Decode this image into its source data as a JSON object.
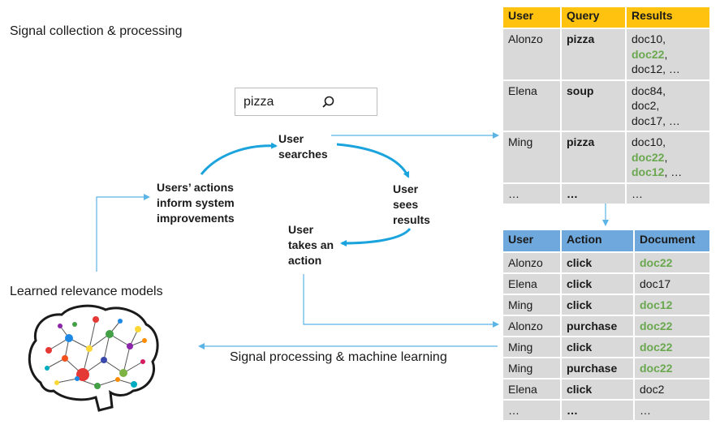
{
  "labels": {
    "signal_collection": "Signal collection & processing",
    "learned_models": "Learned relevance models",
    "signal_processing": "Signal processing & machine learning"
  },
  "search": {
    "query": "pizza",
    "icon": "search-icon"
  },
  "cycle": {
    "user_searches": [
      "User",
      "searches"
    ],
    "user_sees": [
      "User",
      "sees",
      "results"
    ],
    "user_takes": [
      "User",
      "takes an",
      "action"
    ],
    "users_actions": [
      "Users’ actions",
      "inform system",
      "improvements"
    ]
  },
  "colors": {
    "arrow": "#1aa3dd",
    "connector": "#5ab4e5",
    "yellow": "#ffc20e",
    "blue": "#6fa8dc",
    "green": "#6aa84f",
    "cell": "#d9d9d9"
  },
  "query_table": {
    "headers": [
      "User",
      "Query",
      "Results"
    ],
    "rows": [
      {
        "user": "Alonzo",
        "query": "pizza",
        "results": [
          {
            "t": "doc10,",
            "g": false
          },
          {
            "t": "doc22",
            "g": true
          },
          {
            "t": ",",
            "g": false
          },
          {
            "t": "doc12, …",
            "g": false
          }
        ]
      },
      {
        "user": "Elena",
        "query": "soup",
        "results": [
          {
            "t": "doc84,",
            "g": false
          },
          {
            "t": "doc2,",
            "g": false
          },
          {
            "t": "doc17, …",
            "g": false
          }
        ]
      },
      {
        "user": "Ming",
        "query": "pizza",
        "results": [
          {
            "t": "doc10,",
            "g": false
          },
          {
            "t": "doc22",
            "g": true
          },
          {
            "t": ",",
            "g": false
          },
          {
            "t": "doc12",
            "g": true
          },
          {
            "t": ", …",
            "g": false
          }
        ]
      },
      {
        "user": "…",
        "query": "…",
        "results": [
          {
            "t": "…",
            "g": false
          }
        ]
      }
    ]
  },
  "action_table": {
    "headers": [
      "User",
      "Action",
      "Document"
    ],
    "rows": [
      {
        "user": "Alonzo",
        "action": "click",
        "doc": "doc22",
        "g": true
      },
      {
        "user": "Elena",
        "action": "click",
        "doc": "doc17",
        "g": false
      },
      {
        "user": "Ming",
        "action": "click",
        "doc": "doc12",
        "g": true
      },
      {
        "user": "Alonzo",
        "action": "purchase",
        "doc": "doc22",
        "g": true
      },
      {
        "user": "Ming",
        "action": "click",
        "doc": "doc22",
        "g": true
      },
      {
        "user": "Ming",
        "action": "purchase",
        "doc": "doc22",
        "g": true
      },
      {
        "user": "Elena",
        "action": "click",
        "doc": "doc2",
        "g": false
      },
      {
        "user": "…",
        "action": "…",
        "doc": "…",
        "g": false
      }
    ]
  }
}
